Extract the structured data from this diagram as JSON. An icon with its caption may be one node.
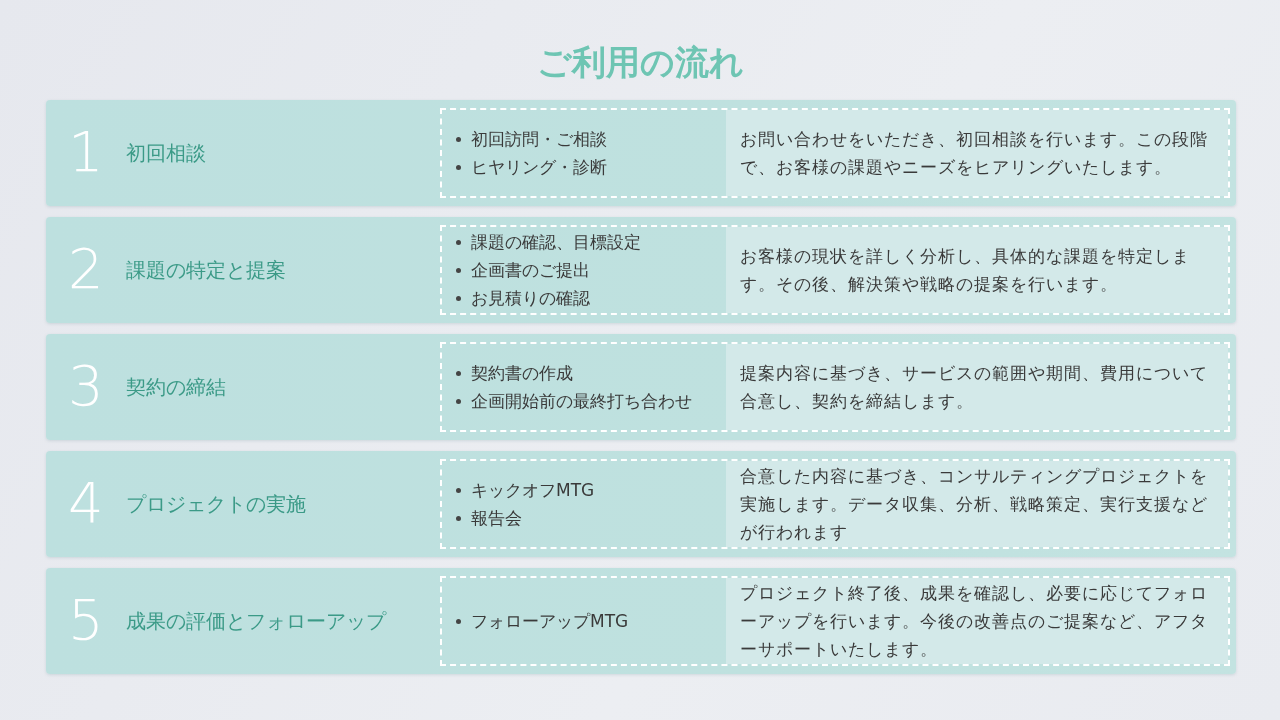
{
  "diagram": {
    "title": "ご利用の流れ",
    "nodes": [
      {
        "text": [
          "1",
          "初回相談"
        ]
      },
      {
        "text": [
          "初回訪問・ご相談",
          "ヒヤリング・診断"
        ],
        "in": 0
      },
      {
        "text": [
          "お問い合わせをいただき、初回相談を行います。この段階で、お客様の課題やニーズをヒアリングいたします。"
        ],
        "in": 1
      },
      {
        "text": [
          "2",
          "課題の特定と提案"
        ]
      },
      {
        "text": [
          "課題の確認、目標設定",
          "企画書のご提出",
          "お見積りの確認"
        ],
        "in": 3
      },
      {
        "text": [
          "お客様の現状を詳しく分析し、具体的な課題を特定します。その後、解決策や戦略の提案を行います。"
        ],
        "in": 4
      },
      {
        "text": [
          "3",
          "契約の締結"
        ]
      },
      {
        "text": [
          "契約書の作成",
          "企画開始前の最終打ち合わせ"
        ],
        "in": 6
      },
      {
        "text": [
          "提案内容に基づき、サービスの範囲や期間、費用について合意し、契約を締結します。"
        ],
        "in": 7
      },
      {
        "text": [
          "4",
          "プロジェクトの実施"
        ]
      },
      {
        "text": [
          "キックオフMTG",
          "報告会"
        ],
        "in": 9
      },
      {
        "text": [
          "合意した内容に基づき、コンサルティングプロジェクトを実施します。データ収集、分析、戦略策定、実行支援などが行われます"
        ],
        "in": 10
      },
      {
        "text": [
          "5",
          "成果の評価とフォローアップ"
        ]
      },
      {
        "text": [
          "フォローアップMTG"
        ],
        "in": 12
      },
      {
        "text": [
          "プロジェクト終了後、成果を確認し、必要に応じてフォローアップを行います。今後の改善点のご提案など、アフターサポートいたします。"
        ],
        "in": 13
      }
    ]
  }
}
